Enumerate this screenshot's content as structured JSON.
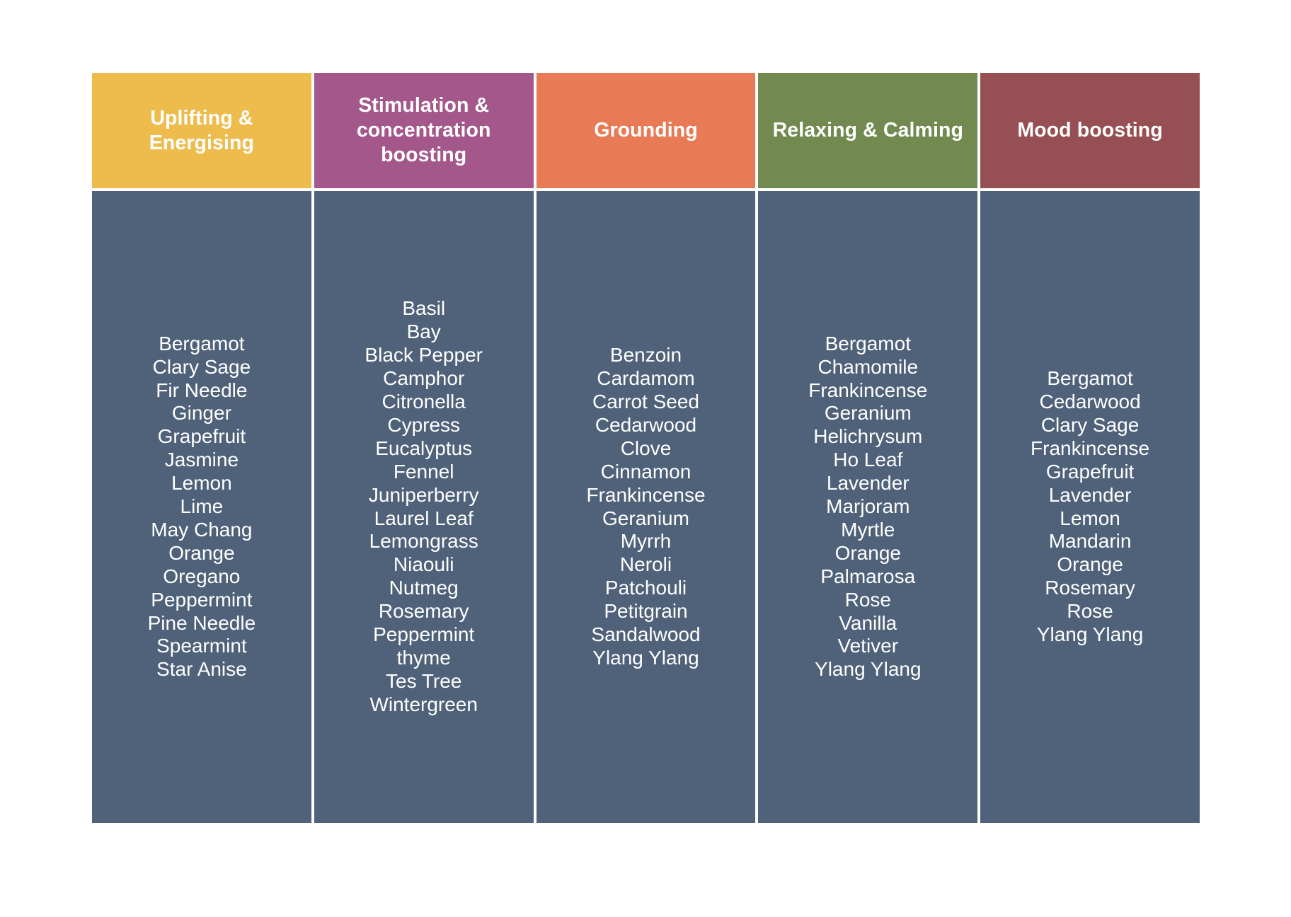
{
  "page": {
    "background": "#ffffff",
    "body_cell_color": "#4f6279",
    "text_color": "#ffffff"
  },
  "table": {
    "columns": [
      {
        "id": "uplifting-energising",
        "header": "Uplifting & Energising",
        "header_color": "#eebc4c",
        "items": [
          "Bergamot",
          "Clary Sage",
          "Fir Needle",
          "Ginger",
          "Grapefruit",
          "Jasmine",
          "Lemon",
          "Lime",
          "May Chang",
          "Orange",
          "Oregano",
          "Peppermint",
          "Pine Needle",
          "Spearmint",
          "Star Anise"
        ]
      },
      {
        "id": "stimulation-concentration-boosting",
        "header": "Stimulation & concentration boosting",
        "header_color": "#a4578a",
        "items": [
          "Basil",
          "Bay",
          "Black Pepper",
          "Camphor",
          "Citronella",
          "Cypress",
          "Eucalyptus",
          "Fennel",
          "Juniperberry",
          "Laurel Leaf",
          "Lemongrass",
          "Niaouli",
          "Nutmeg",
          "Rosemary",
          "Peppermint",
          "thyme",
          "Tes Tree",
          "Wintergreen"
        ]
      },
      {
        "id": "grounding",
        "header": "Grounding",
        "header_color": "#e87a56",
        "items": [
          "Benzoin",
          "Cardamom",
          "Carrot Seed",
          "Cedarwood",
          "Clove",
          "Cinnamon",
          "Frankincense",
          "Geranium",
          "Myrrh",
          "Neroli",
          "Patchouli",
          "Petitgrain",
          "Sandalwood",
          "Ylang Ylang"
        ]
      },
      {
        "id": "relaxing-calming",
        "header": "Relaxing & Calming",
        "header_color": "#72894f",
        "items": [
          "Bergamot",
          "Chamomile",
          "Frankincense",
          "Geranium",
          "Helichrysum",
          "Ho Leaf",
          "Lavender",
          "Marjoram",
          "Myrtle",
          "Orange",
          "Palmarosa",
          "Rose",
          "Vanilla",
          "Vetiver",
          "Ylang Ylang"
        ]
      },
      {
        "id": "mood-boosting",
        "header": "Mood boosting",
        "header_color": "#964f52",
        "items": [
          "Bergamot",
          "Cedarwood",
          "Clary Sage",
          "Frankincense",
          "Grapefruit",
          "Lavender",
          "Lemon",
          "Mandarin",
          "Orange",
          "Rosemary",
          "Rose",
          "Ylang Ylang"
        ]
      }
    ]
  }
}
